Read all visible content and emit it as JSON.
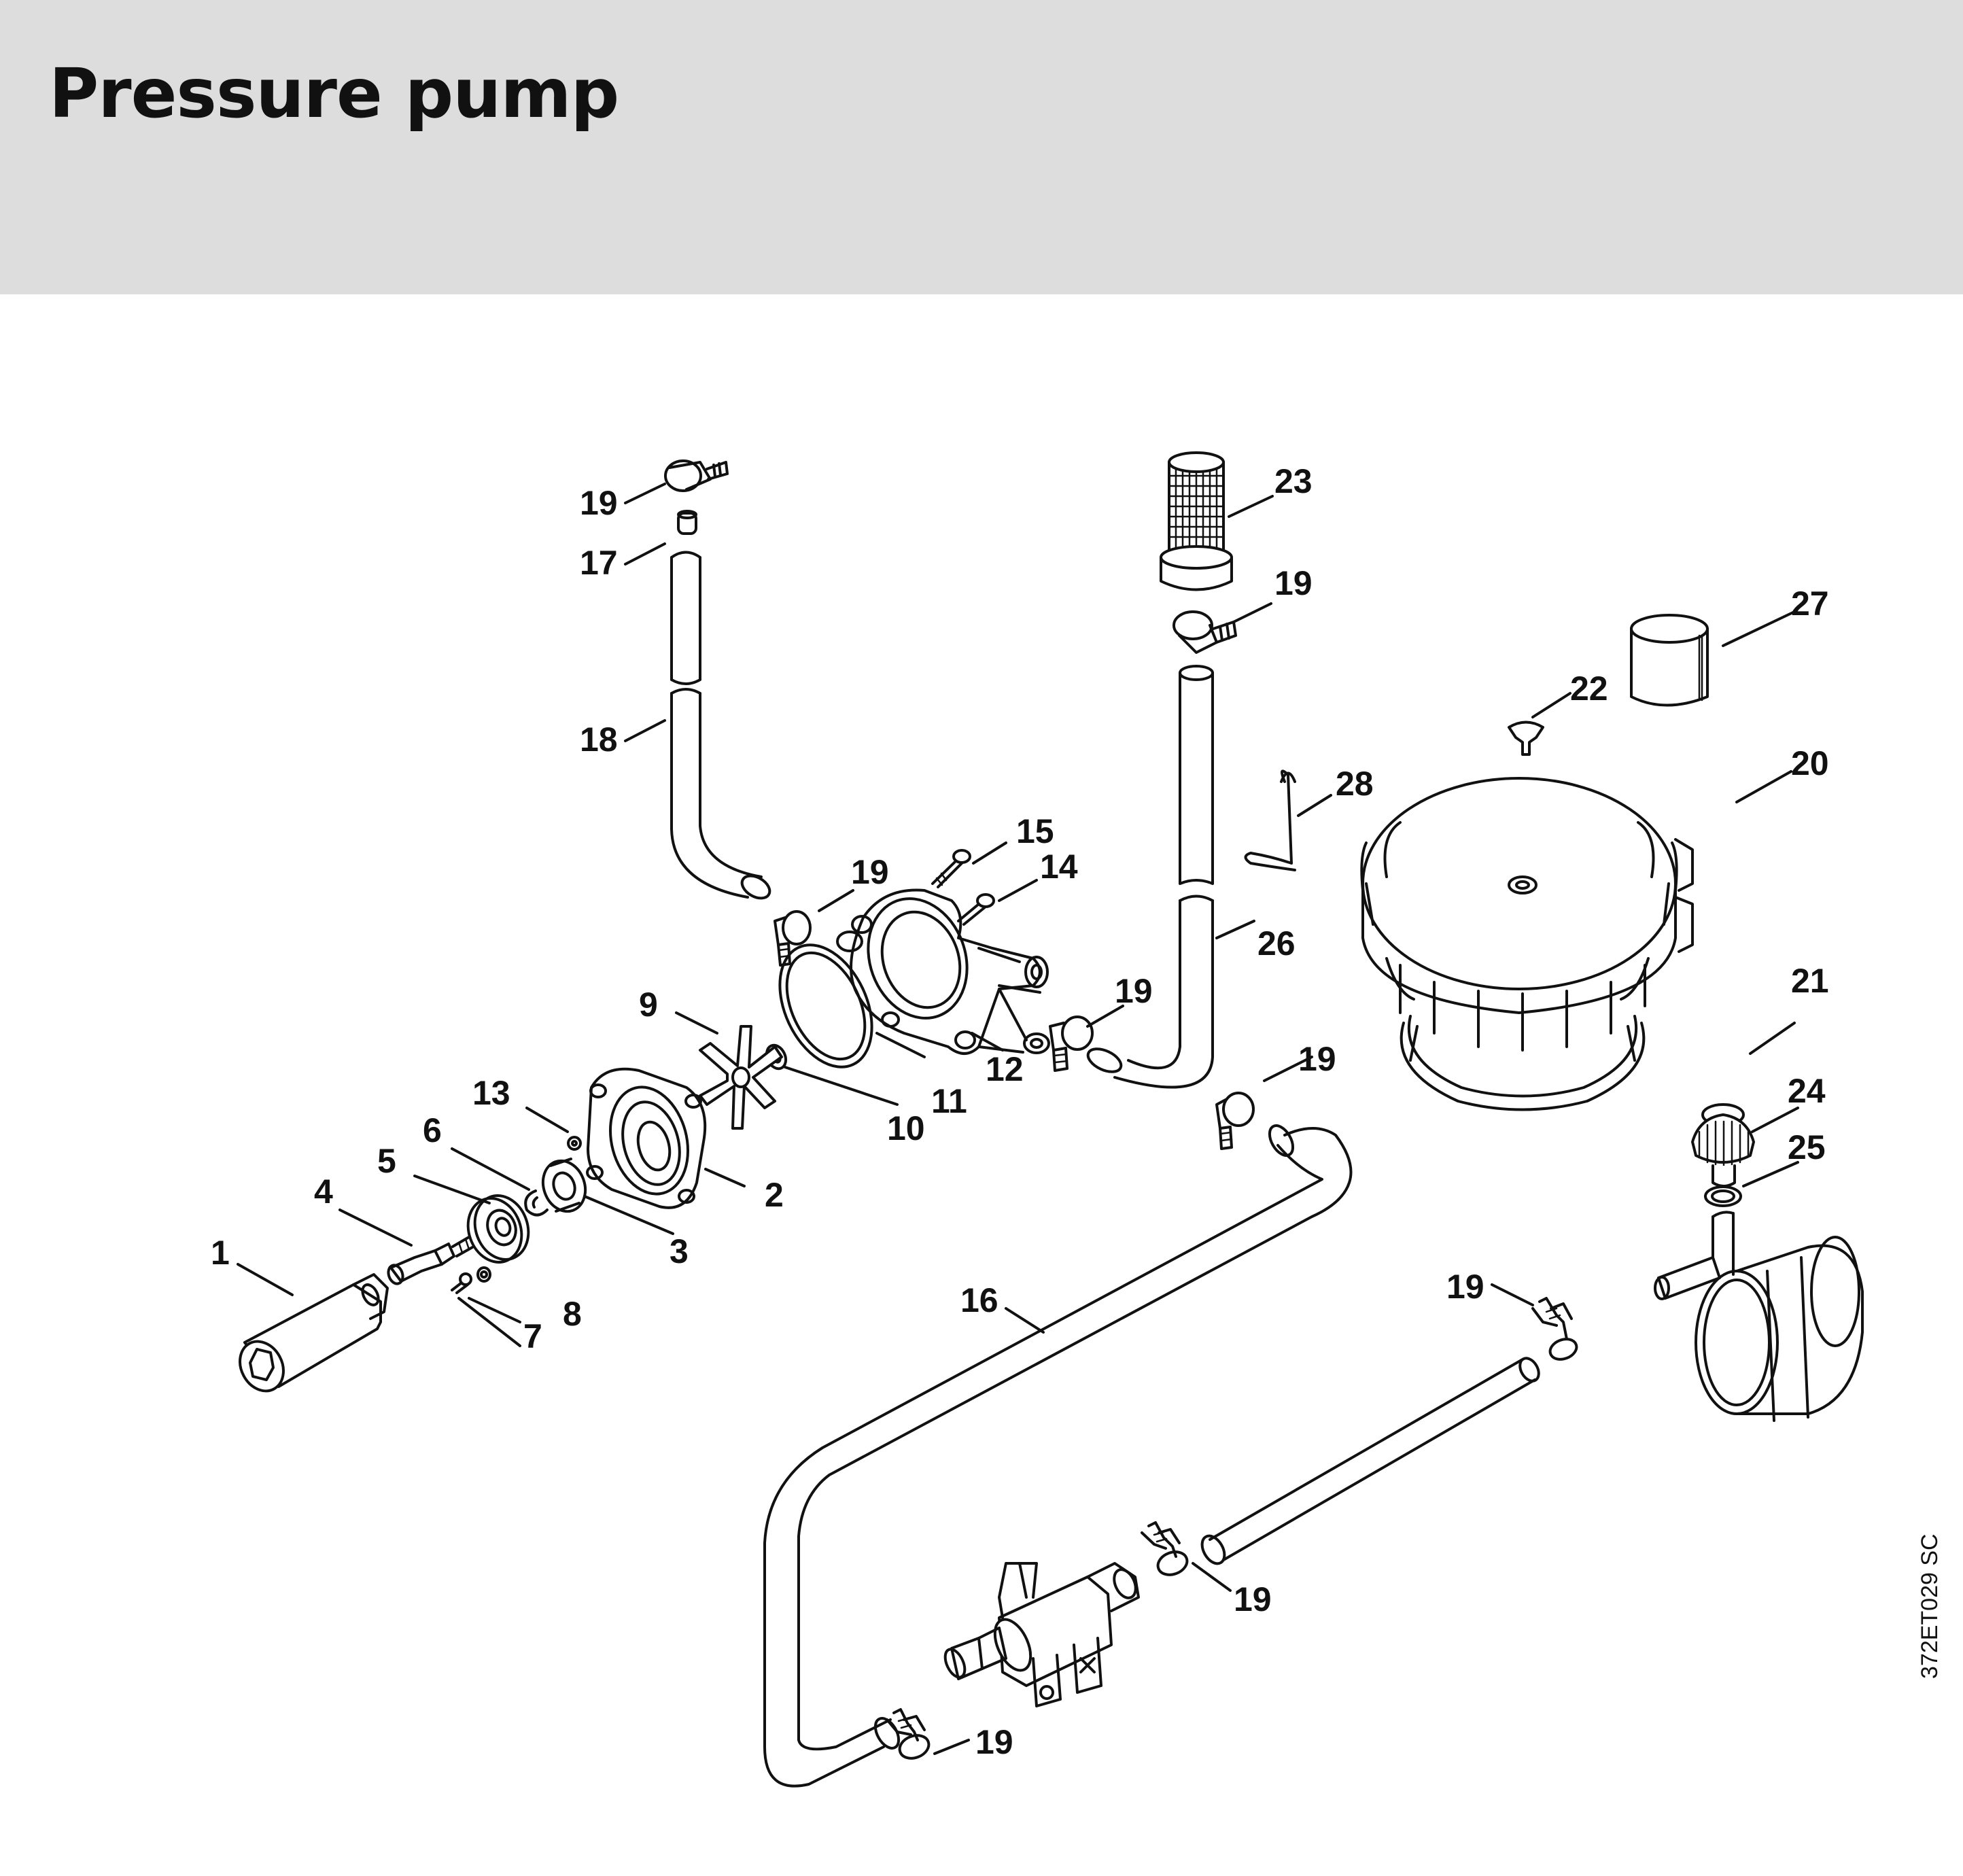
{
  "header": {
    "title": "Pressure pump"
  },
  "figure_code": "372ET029 SC",
  "callouts": {
    "c1": "1",
    "c2": "2",
    "c3": "3",
    "c4": "4",
    "c5": "5",
    "c6": "6",
    "c7": "7",
    "c8": "8",
    "c9": "9",
    "c10": "10",
    "c11": "11",
    "c12": "12",
    "c13": "13",
    "c14": "14",
    "c15": "15",
    "c16": "16",
    "c17": "17",
    "c18": "18",
    "c19": "19",
    "c20": "20",
    "c21": "21",
    "c22": "22",
    "c23": "23",
    "c24": "24",
    "c25": "25",
    "c26": "26",
    "c27": "27",
    "c28": "28"
  },
  "colors": {
    "header_bg": "#dcdddc",
    "ink": "#111111",
    "paper": "#ffffff"
  }
}
